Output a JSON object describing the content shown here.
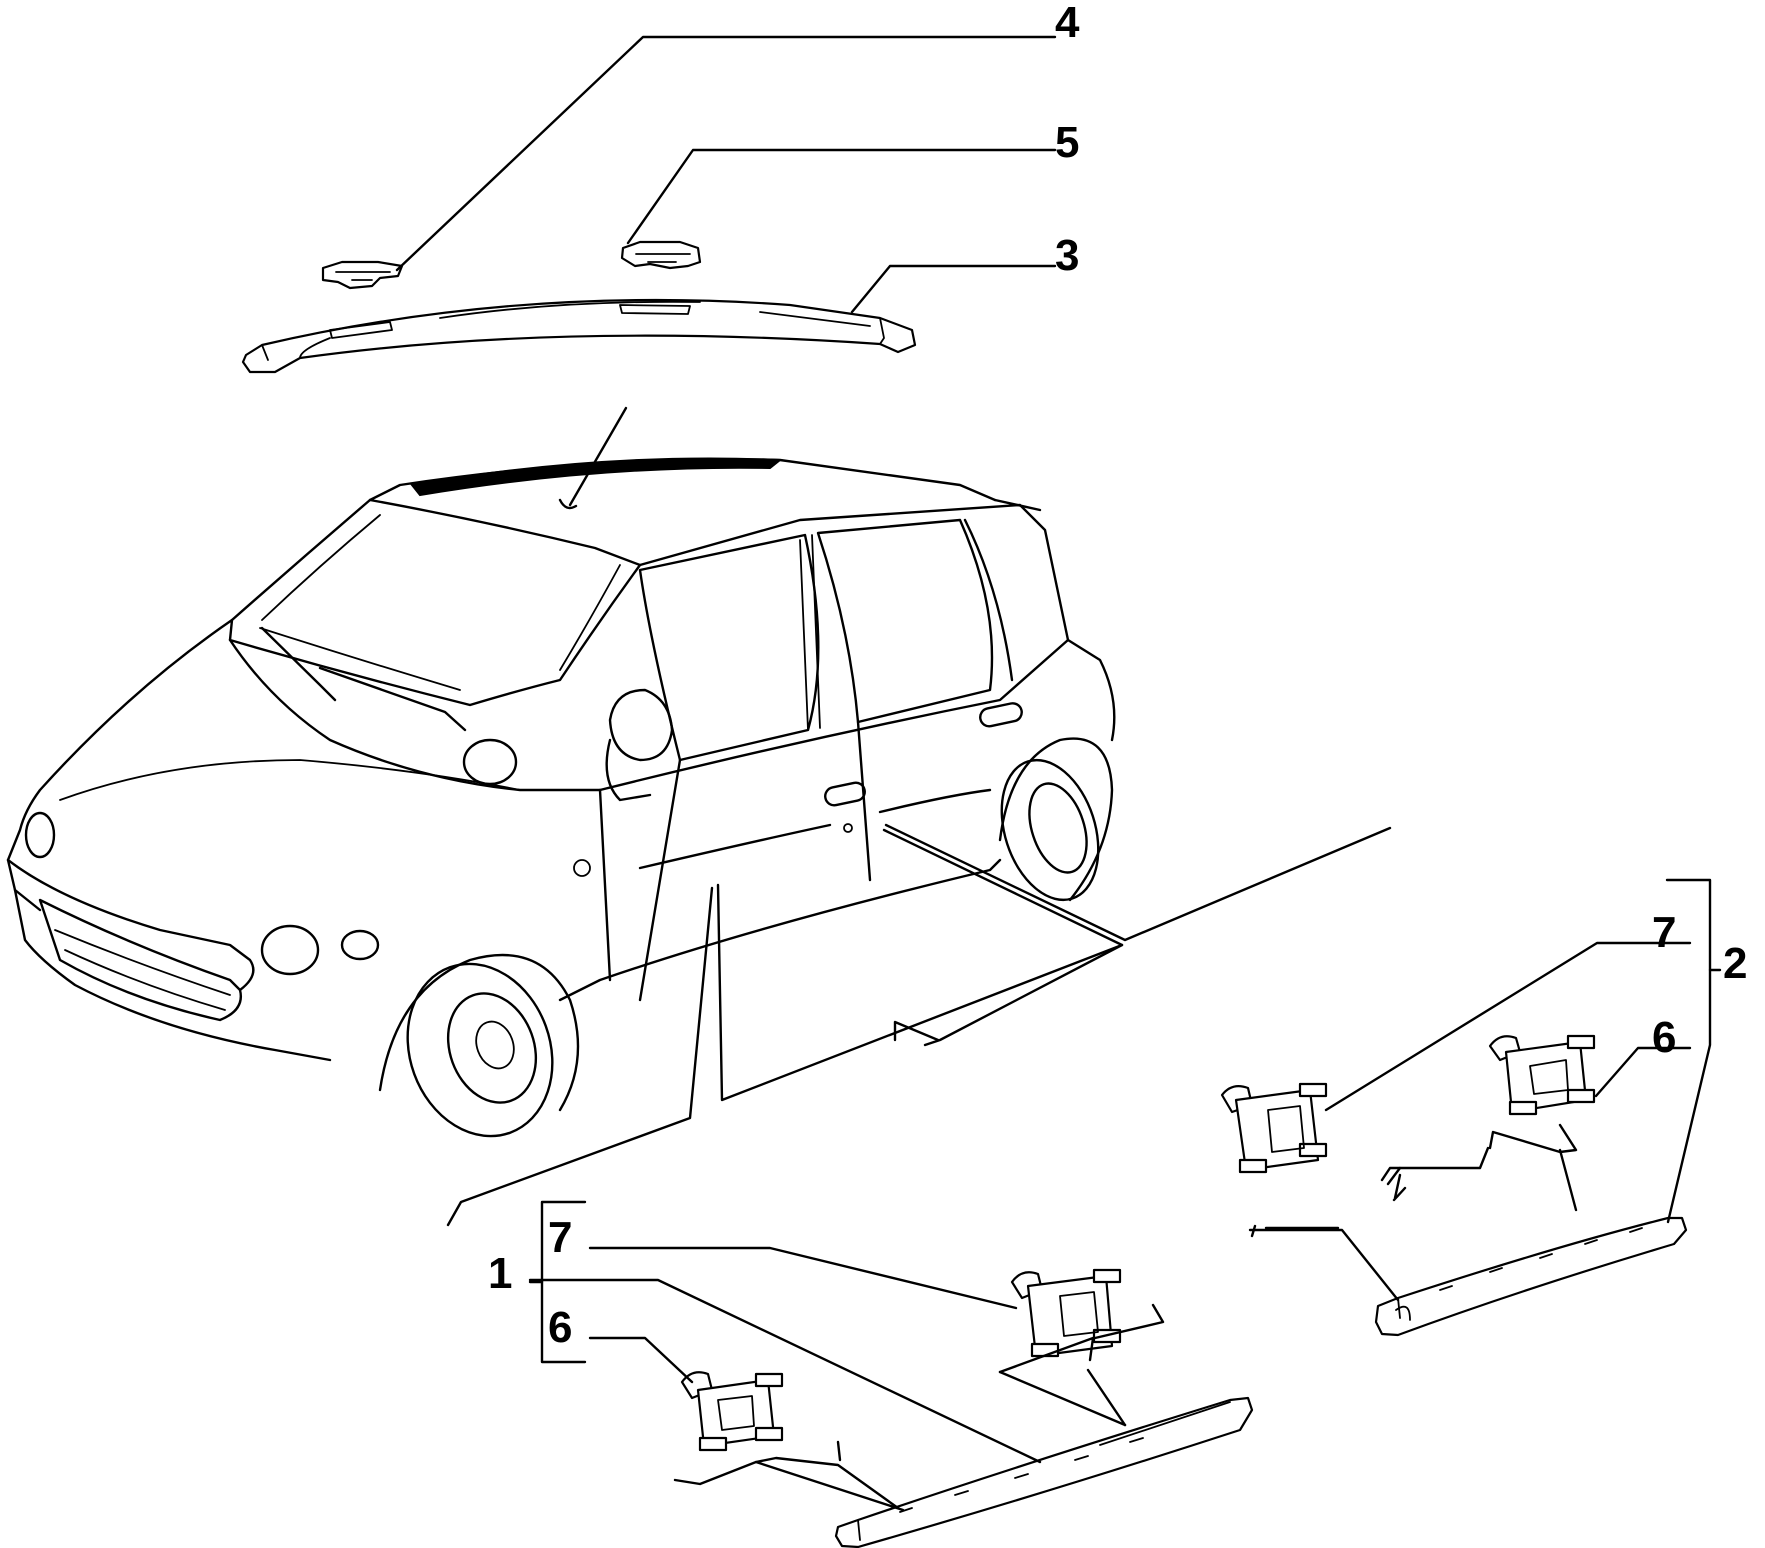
{
  "diagram": {
    "callouts": [
      {
        "id": "label-4",
        "text": "4"
      },
      {
        "id": "label-5",
        "text": "5"
      },
      {
        "id": "label-3",
        "text": "3"
      },
      {
        "id": "label-7-right",
        "text": "7"
      },
      {
        "id": "label-6-right",
        "text": "6"
      },
      {
        "id": "label-2",
        "text": "2"
      },
      {
        "id": "label-1",
        "text": "1"
      },
      {
        "id": "label-7-left",
        "text": "7"
      },
      {
        "id": "label-6-left",
        "text": "6"
      }
    ],
    "colors": {
      "line": "#000000",
      "background": "#ffffff"
    },
    "icons": [
      "car-outline-icon",
      "roof-trim-icon",
      "clip-icon",
      "side-molding-icon"
    ]
  }
}
